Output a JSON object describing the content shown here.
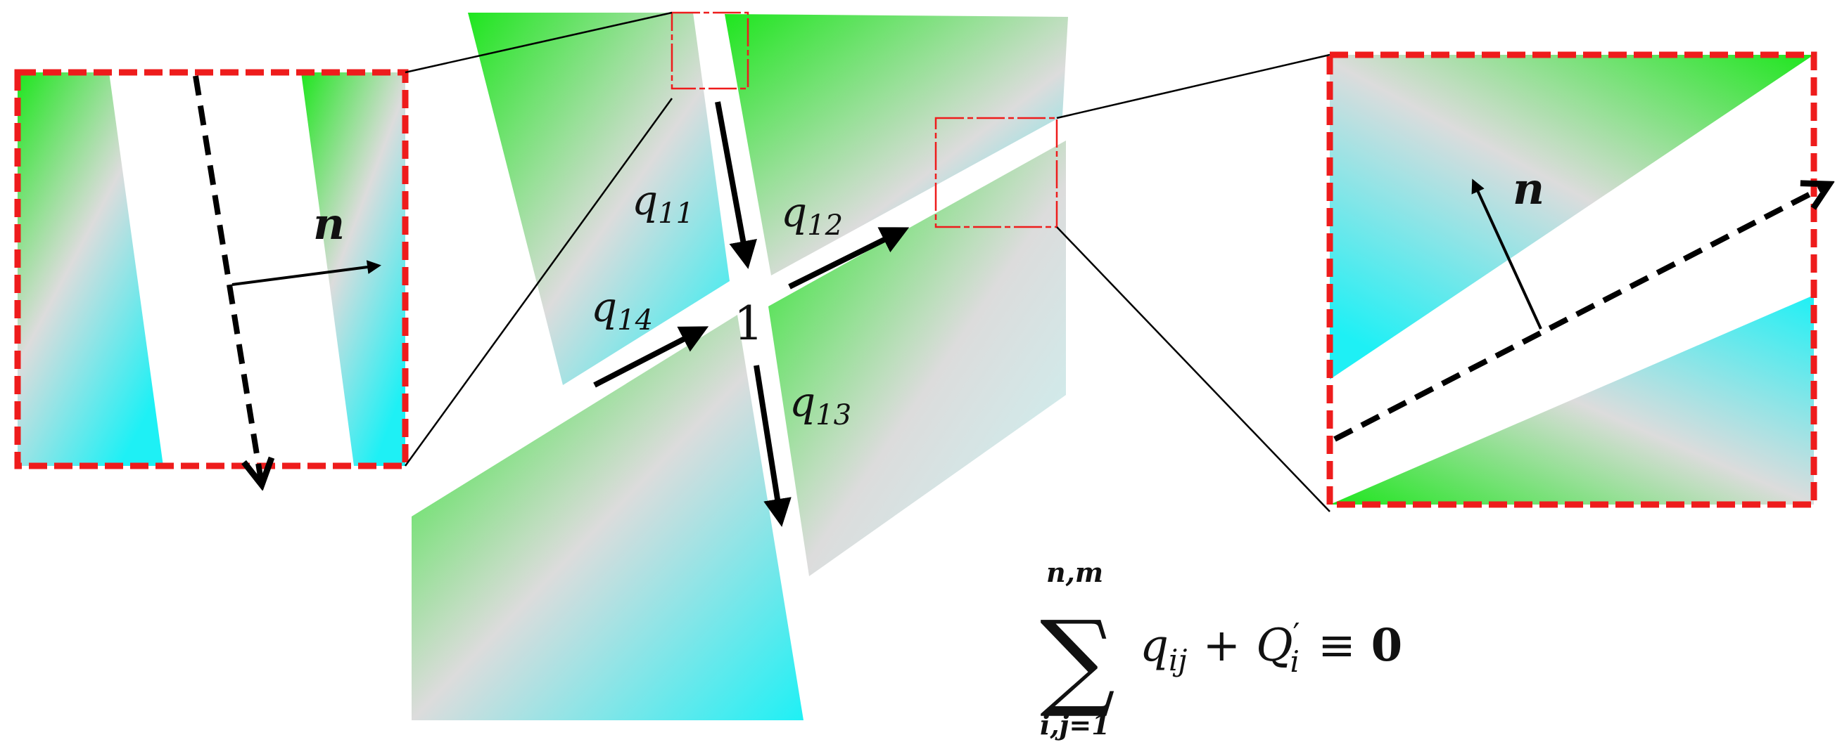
{
  "colors": {
    "green": "#1ee61e",
    "cyan": "#1ef0f5",
    "mid": "#dcdcdc",
    "highlight_red": "#ee1c1c",
    "line": "#000000"
  },
  "labels": {
    "q11": {
      "main": "q",
      "sub": "11"
    },
    "q12": {
      "main": "q",
      "sub": "12"
    },
    "q13": {
      "main": "q",
      "sub": "13"
    },
    "q14": {
      "main": "q",
      "sub": "14"
    },
    "node": "1",
    "normal_left": "n",
    "normal_right": "n"
  },
  "equation": {
    "sum_symbol": "∑",
    "upper": "n,m",
    "lower": "i,j=1",
    "term_main": "q",
    "term_sub": "ij",
    "plus": "+",
    "Q_main": "Q",
    "Q_prime": "′",
    "Q_sub": "i",
    "equiv": "≡",
    "zero": "0"
  },
  "icons": {
    "flow_arrow": "arrow-icon",
    "dashed_arrow": "dashed-arrow-icon"
  }
}
